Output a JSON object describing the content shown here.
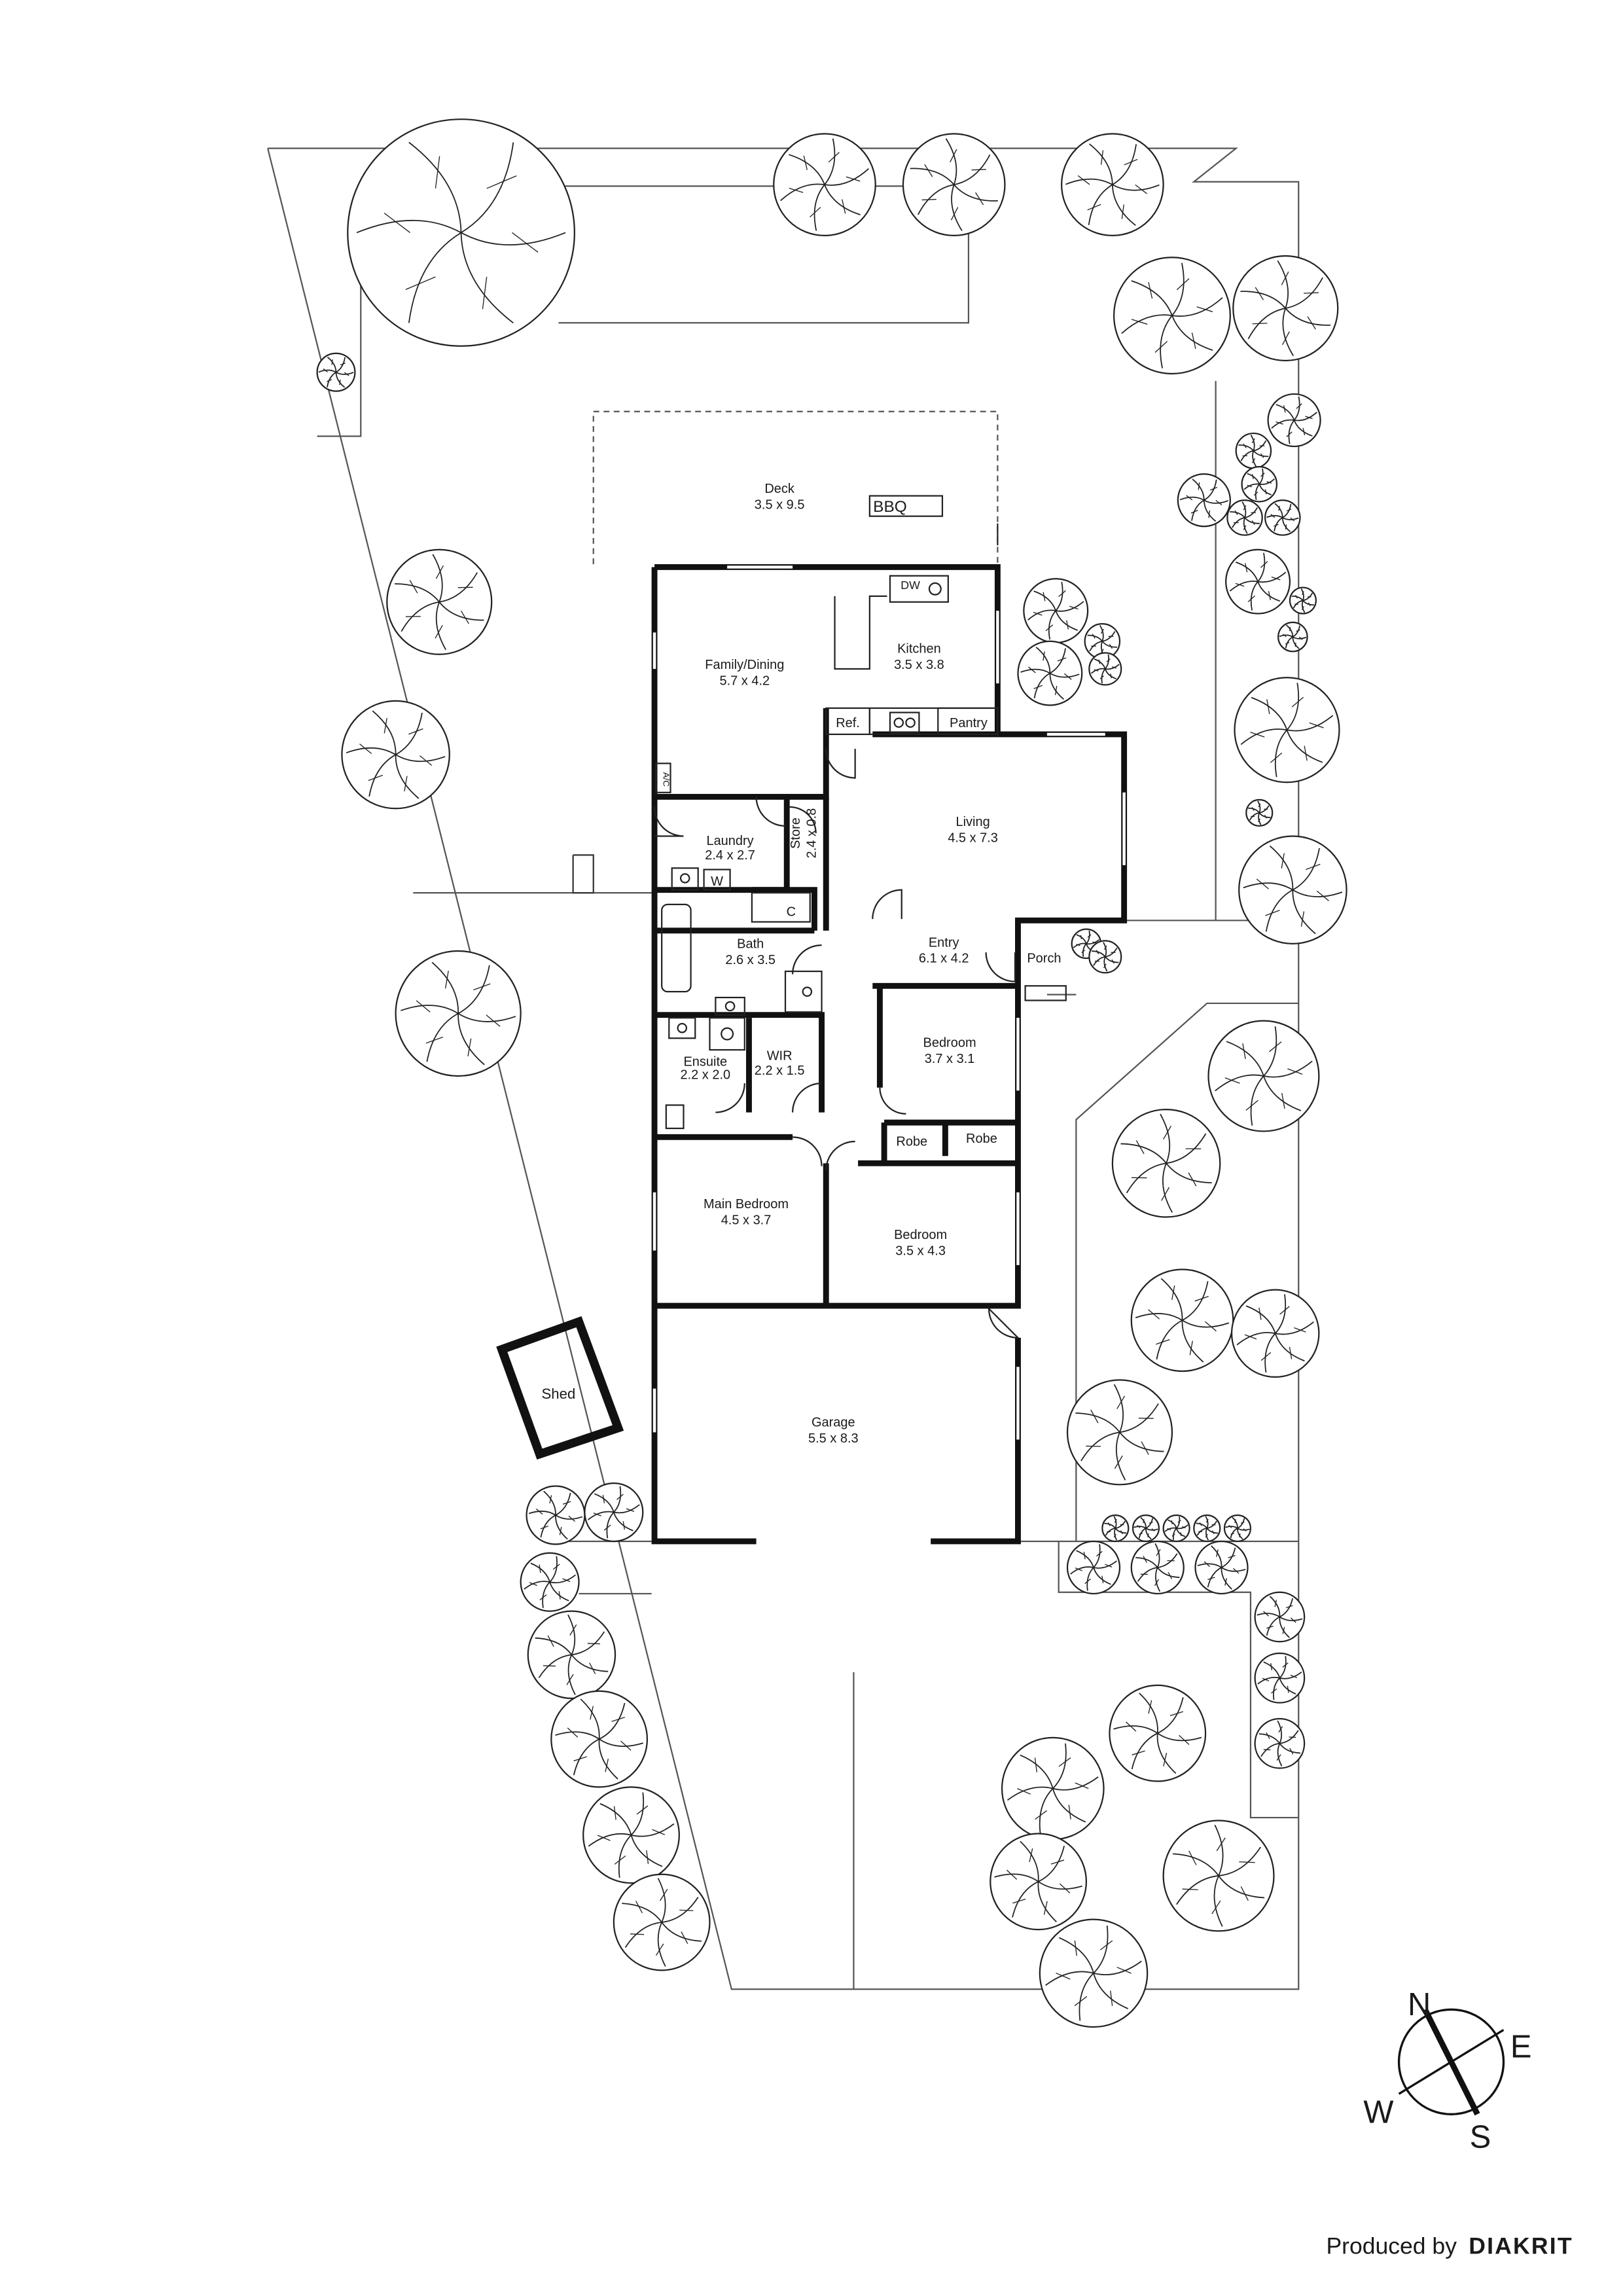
{
  "rooms": {
    "deck": {
      "name": "Deck",
      "dims": "3.5 x 9.5"
    },
    "bbq": {
      "name": "BBQ"
    },
    "family_dining": {
      "name": "Family/Dining",
      "dims": "5.7 x 4.2"
    },
    "kitchen": {
      "name": "Kitchen",
      "dims": "3.5 x 3.8"
    },
    "dw": {
      "name": "DW"
    },
    "ref": {
      "name": "Ref."
    },
    "pantry": {
      "name": "Pantry"
    },
    "ac": {
      "name": "A/C"
    },
    "living": {
      "name": "Living",
      "dims": "4.5 x 7.3"
    },
    "laundry": {
      "name": "Laundry",
      "dims": "2.4 x 2.7"
    },
    "store": {
      "name": "Store",
      "dims": "2.4 x 0.8"
    },
    "washer": {
      "name": "W"
    },
    "bath": {
      "name": "Bath",
      "dims": "2.6 x 3.5"
    },
    "linen": {
      "name": "C"
    },
    "entry": {
      "name": "Entry",
      "dims": "6.1 x 4.2"
    },
    "porch": {
      "name": "Porch"
    },
    "ensuite": {
      "name": "Ensuite",
      "dims": "2.2 x 2.0"
    },
    "wir": {
      "name": "WIR",
      "dims": "2.2 x 1.5"
    },
    "bedroom_1": {
      "name": "Bedroom",
      "dims": "3.7 x 3.1"
    },
    "robe_1": {
      "name": "Robe"
    },
    "robe_2": {
      "name": "Robe"
    },
    "main_bedroom": {
      "name": "Main Bedroom",
      "dims": "4.5 x 3.7"
    },
    "bedroom_2": {
      "name": "Bedroom",
      "dims": "3.5 x 4.3"
    },
    "garage": {
      "name": "Garage",
      "dims": "5.5 x 8.3"
    },
    "shed": {
      "name": "Shed"
    }
  },
  "compass": {
    "n": "N",
    "e": "E",
    "s": "S",
    "w": "W"
  },
  "credit": {
    "prefix": "Produced by",
    "brand": "DIAKRIT"
  }
}
